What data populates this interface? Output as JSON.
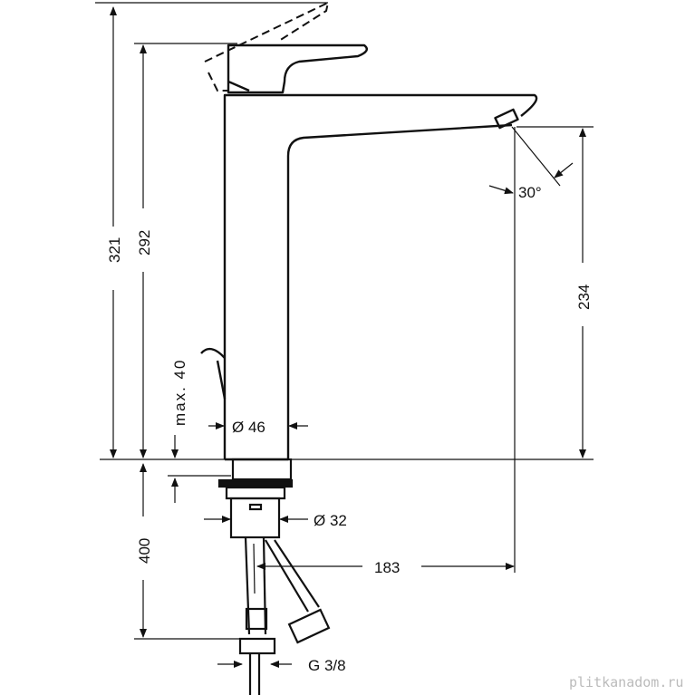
{
  "title": "Faucet dimension drawing",
  "dimensions": {
    "total_height": "321",
    "handle_height": "292",
    "spout_height": "234",
    "max_deck": "max. 40",
    "body_diameter": "Ø 46",
    "shank_diameter": "Ø 32",
    "hose_length": "400",
    "spout_reach": "183",
    "connection": "G 3/8",
    "spray_angle": "30°"
  },
  "watermark": "plitkanadom.ru",
  "colors": {
    "line": "#111111",
    "background": "#ffffff"
  }
}
